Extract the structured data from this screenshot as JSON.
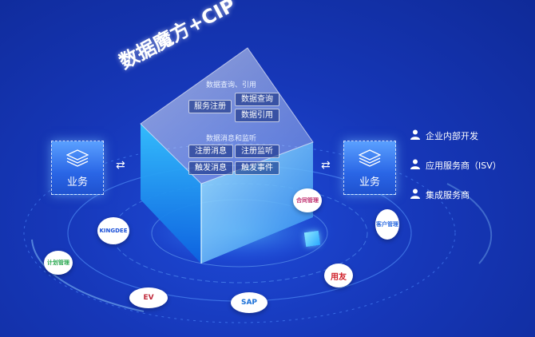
{
  "title": "数据魔方+CIP",
  "panel": {
    "query_section": "数据查询、引用",
    "service_register": "服务注册",
    "data_query": "数据查询",
    "data_reference": "数据引用",
    "message_section": "数据消息和监听",
    "register_message": "注册消息",
    "register_listen": "注册监听",
    "trigger_message": "触发消息",
    "trigger_event": "触发事件"
  },
  "left_business": "业务",
  "right_business": "业务",
  "arrow_left": "⇄",
  "arrow_right": "⇄",
  "roles": [
    {
      "label": "企业内部开发"
    },
    {
      "label": "应用服务商（ISV）"
    },
    {
      "label": "集成服务商"
    }
  ],
  "badges": {
    "contract": "合同管理",
    "customer": "客户管理",
    "plan": "计划管理",
    "yonyou": "用友",
    "sap": "SAP",
    "ev": "EV",
    "kingdee": "KINGDEE"
  },
  "colors": {
    "background": "#1637b8",
    "cube_cyan": "#37d6ff",
    "badge_text": "#1a50d8"
  }
}
